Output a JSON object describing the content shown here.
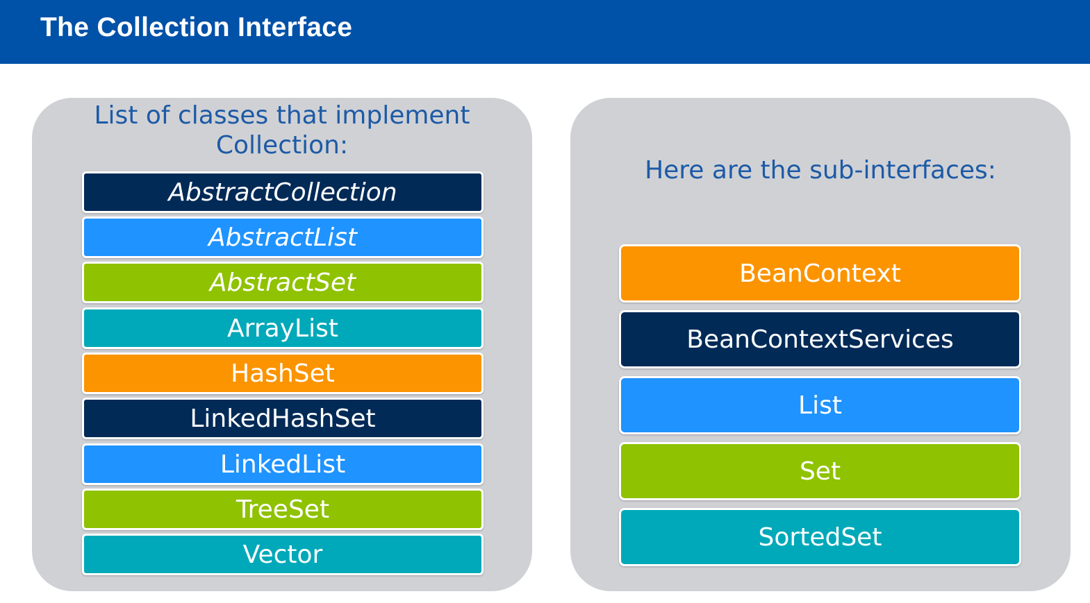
{
  "header": {
    "title": "The Collection Interface"
  },
  "left_panel": {
    "heading_line1": "List of classes that implement",
    "heading_line2": "Collection:",
    "items": [
      {
        "label": "AbstractCollection",
        "color": "#022a57",
        "italic": true
      },
      {
        "label": "AbstractList",
        "color": "#1f93ff",
        "italic": true
      },
      {
        "label": "AbstractSet",
        "color": "#8fc201",
        "italic": true
      },
      {
        "label": "ArrayList",
        "color": "#00a9b9",
        "italic": false
      },
      {
        "label": "HashSet",
        "color": "#fc9400",
        "italic": false
      },
      {
        "label": "LinkedHashSet",
        "color": "#022a57",
        "italic": false
      },
      {
        "label": "LinkedList",
        "color": "#1f93ff",
        "italic": false
      },
      {
        "label": "TreeSet",
        "color": "#8fc201",
        "italic": false
      },
      {
        "label": "Vector",
        "color": "#00a9b9",
        "italic": false
      }
    ]
  },
  "right_panel": {
    "heading": "Here are the sub-interfaces:",
    "items": [
      {
        "label": "BeanContext",
        "color": "#fc9400"
      },
      {
        "label": "BeanContextServices",
        "color": "#022a57"
      },
      {
        "label": "List",
        "color": "#1f93ff"
      },
      {
        "label": "Set",
        "color": "#8fc201"
      },
      {
        "label": "SortedSet",
        "color": "#00a9b9"
      }
    ]
  },
  "colors": {
    "header_bg": "#0051a8",
    "panel_bg": "#d0d1d5",
    "heading_text": "#1c5aa6"
  }
}
